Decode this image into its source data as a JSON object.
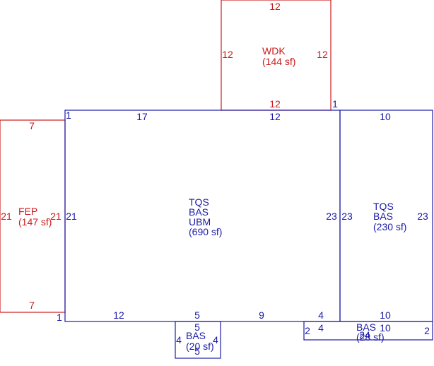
{
  "colors": {
    "living_area": "#1a1aa8",
    "other_area": "#cc1a1a",
    "background": "#ffffff"
  },
  "areas": [
    {
      "id": "wdk",
      "codes": [
        "WDK"
      ],
      "size": "(144 sf)",
      "color": "red",
      "dims": [
        "12",
        "12",
        "12",
        "12"
      ]
    },
    {
      "id": "fep",
      "codes": [
        "FEP"
      ],
      "size": "(147 sf)",
      "color": "red",
      "dims": [
        "7",
        "21",
        "21",
        "7"
      ]
    },
    {
      "id": "main",
      "codes": [
        "TQS",
        "BAS",
        "UBM"
      ],
      "size": "(690 sf)",
      "color": "blue",
      "dims": [
        "1",
        "17",
        "12",
        "21",
        "23",
        "1",
        "12",
        "5",
        "9",
        "4"
      ]
    },
    {
      "id": "east",
      "codes": [
        "TQS",
        "BAS"
      ],
      "size": "(230 sf)",
      "color": "blue",
      "dims": [
        "1",
        "10",
        "23",
        "23",
        "10"
      ]
    },
    {
      "id": "bay",
      "codes": [
        "BAS"
      ],
      "size": "(20 sf)",
      "color": "blue",
      "dims": [
        "5",
        "4",
        "4",
        "5"
      ]
    },
    {
      "id": "strip",
      "codes": [
        "BAS"
      ],
      "size": "(28 sf)",
      "color": "blue",
      "dims": [
        "2",
        "4",
        "10",
        "2",
        "24"
      ]
    }
  ]
}
